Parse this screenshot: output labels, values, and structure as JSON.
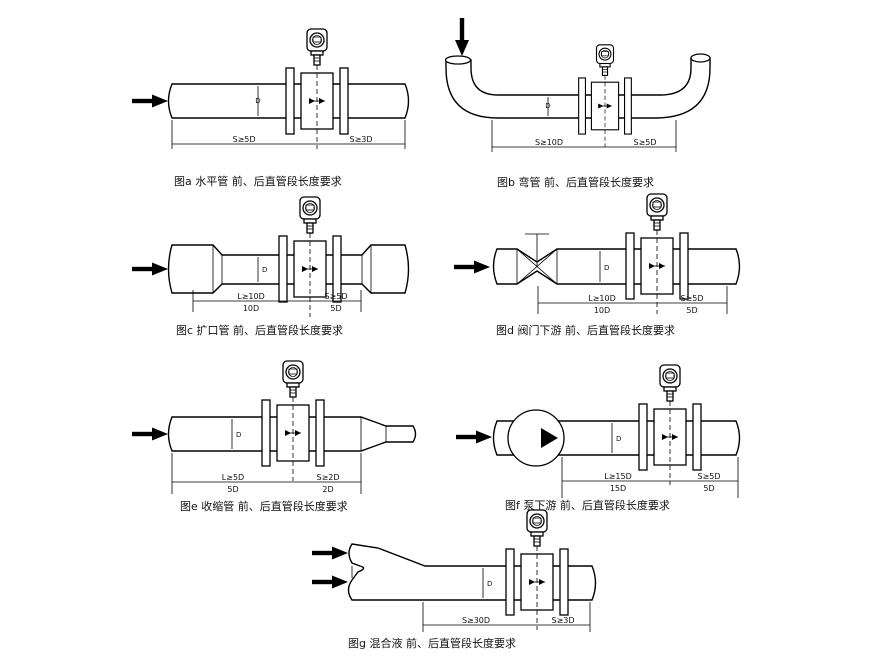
{
  "figures": [
    {
      "caption": "图a 水平管   前、后直管段长度要求",
      "labels": {
        "d": "D",
        "up": "S≥5D",
        "down": "S≥3D"
      }
    },
    {
      "caption": "图b 弯管   前、后直管段长度要求",
      "labels": {
        "d": "D",
        "up": "S≥10D",
        "down": "S≥5D"
      }
    },
    {
      "caption": "图c 扩口管   前、后直管段长度要求",
      "labels": {
        "d": "D",
        "up": "L≥10D",
        "up_sub": "10D",
        "down": "S≥5D",
        "down_sub": "5D"
      }
    },
    {
      "caption": "图d 阀门下游   前、后直管段长度要求",
      "labels": {
        "d": "D",
        "up": "L≥10D",
        "up_sub": "10D",
        "down": "S≥5D",
        "down_sub": "5D"
      }
    },
    {
      "caption": "图e 收缩管   前、后直管段长度要求",
      "labels": {
        "d": "D",
        "up": "L≥5D",
        "up_sub": "5D",
        "down": "S≥2D",
        "down_sub": "2D"
      }
    },
    {
      "caption": "图f 泵下游   前、后直管段长度要求",
      "labels": {
        "d": "D",
        "up": "L≥15D",
        "up_sub": "15D",
        "down": "S≥5D",
        "down_sub": "5D"
      }
    },
    {
      "caption": "图g 混合液   前、后直管段长度要求",
      "labels": {
        "d": "D",
        "up": "S≥30D",
        "down": "S≥3D"
      }
    }
  ],
  "colors": {
    "line": "#000000",
    "background": "#ffffff"
  }
}
